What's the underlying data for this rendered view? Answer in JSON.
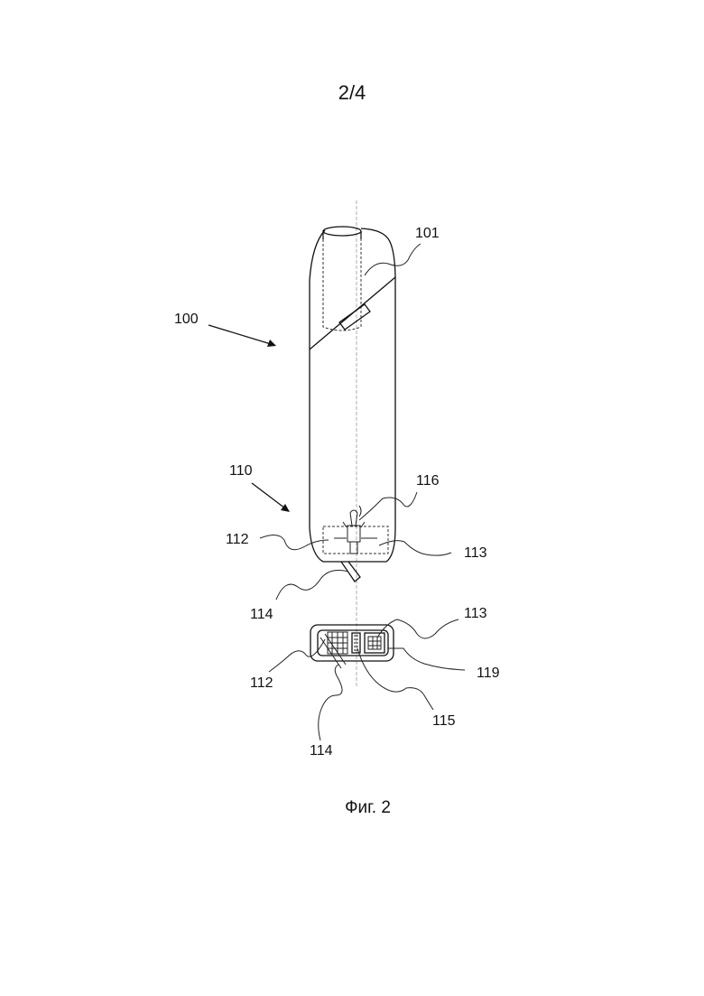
{
  "page": {
    "number": "2/4",
    "caption": "Фиг. 2"
  },
  "labels": {
    "l100": "100",
    "l101": "101",
    "l110": "110",
    "l116": "116",
    "l112_side": "112",
    "l113_side": "113",
    "l114_side": "114",
    "l113_bottom": "113",
    "l119": "119",
    "l112_bottom": "112",
    "l115": "115",
    "l114_bottom": "114"
  }
}
